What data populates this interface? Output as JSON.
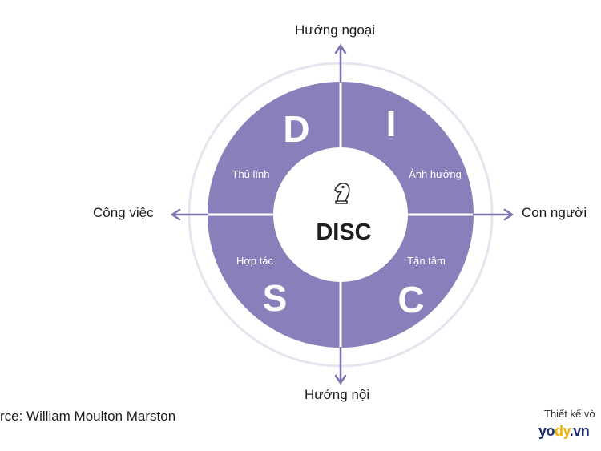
{
  "axes": {
    "top": "Hướng ngoại",
    "bottom": "Hướng nội",
    "left": "Công việc",
    "right": "Con người"
  },
  "quadrants": {
    "d": {
      "letter": "D",
      "label": "Thủ lĩnh"
    },
    "i": {
      "letter": "I",
      "label": "Ảnh hưởng"
    },
    "s": {
      "letter": "S",
      "label": "Hợp tác"
    },
    "c": {
      "letter": "C",
      "label": "Tận tâm"
    }
  },
  "center": {
    "title": "DISC",
    "icon": "chess-knight-icon"
  },
  "source": "rce: William Moulton Marston",
  "credit": "Thiết kế vò",
  "brand": {
    "part1": "yo",
    "part2": "dy",
    "part3": ".vn"
  },
  "colors": {
    "quadrant": "#8a7fba",
    "ring": "#e6e4ee",
    "arrow": "#7e73ad",
    "center": "#ffffff",
    "brand_dark": "#1c2a6e",
    "brand_accent": "#f2b100"
  }
}
